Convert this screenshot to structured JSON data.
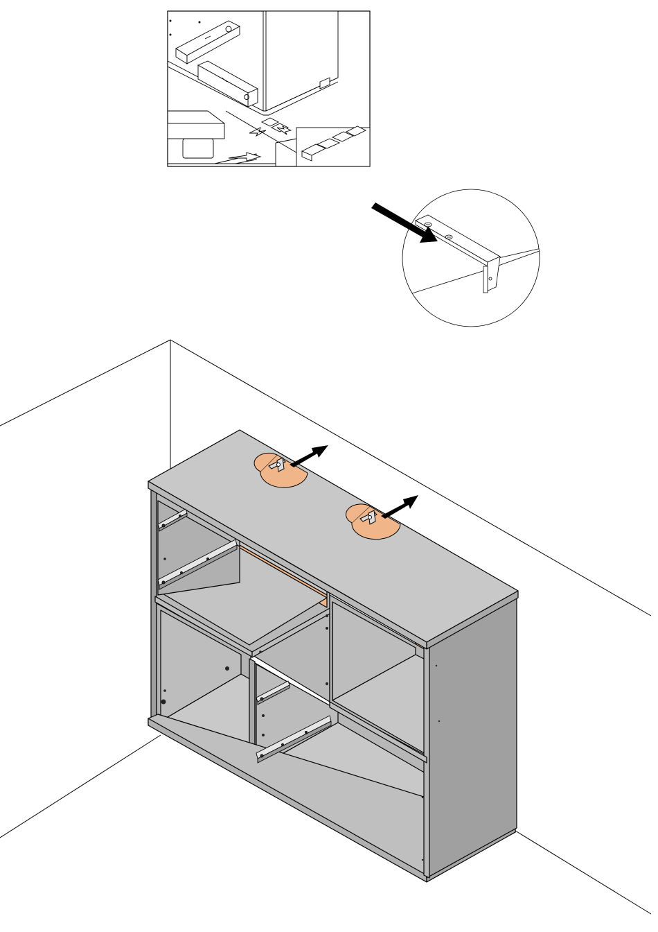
{
  "figure": {
    "kind": "assembly-instruction",
    "text_labels": [],
    "colors": {
      "panel_light": "#c8c8c8",
      "panel_mid": "#b3b3b3",
      "panel_dark": "#a0a0a0",
      "panel_interior": "#bdbdbd",
      "wood_back": "#f0b589",
      "outline": "#000000",
      "background": "#ffffff",
      "rail_metal": "#e6e6e6"
    },
    "icons": [
      "leveling-detail-inset",
      "wall-bracket-detail-circle",
      "arrow-icon",
      "wall-anchor-icon",
      "drawer-rail-icon",
      "shim-wedge-icon"
    ]
  }
}
